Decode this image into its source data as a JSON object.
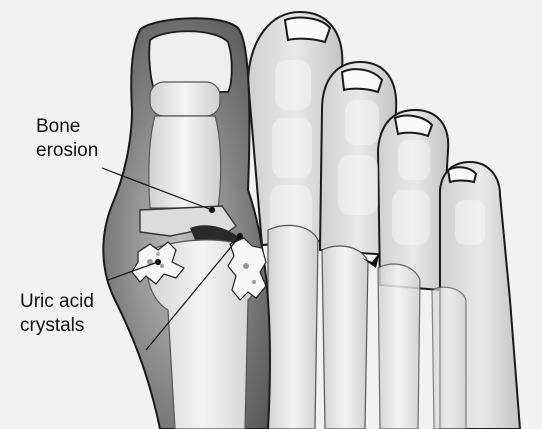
{
  "labels": {
    "bone_erosion": [
      "Bone",
      "erosion"
    ],
    "uric_acid": [
      "Uric acid",
      "crystals"
    ]
  },
  "colors": {
    "background": "#f2f2f2",
    "skin_shadow": "#8a8a8a",
    "bone": "#e8e8e8",
    "outline": "#1a1a1a",
    "crystal": "#f7f7f7"
  }
}
